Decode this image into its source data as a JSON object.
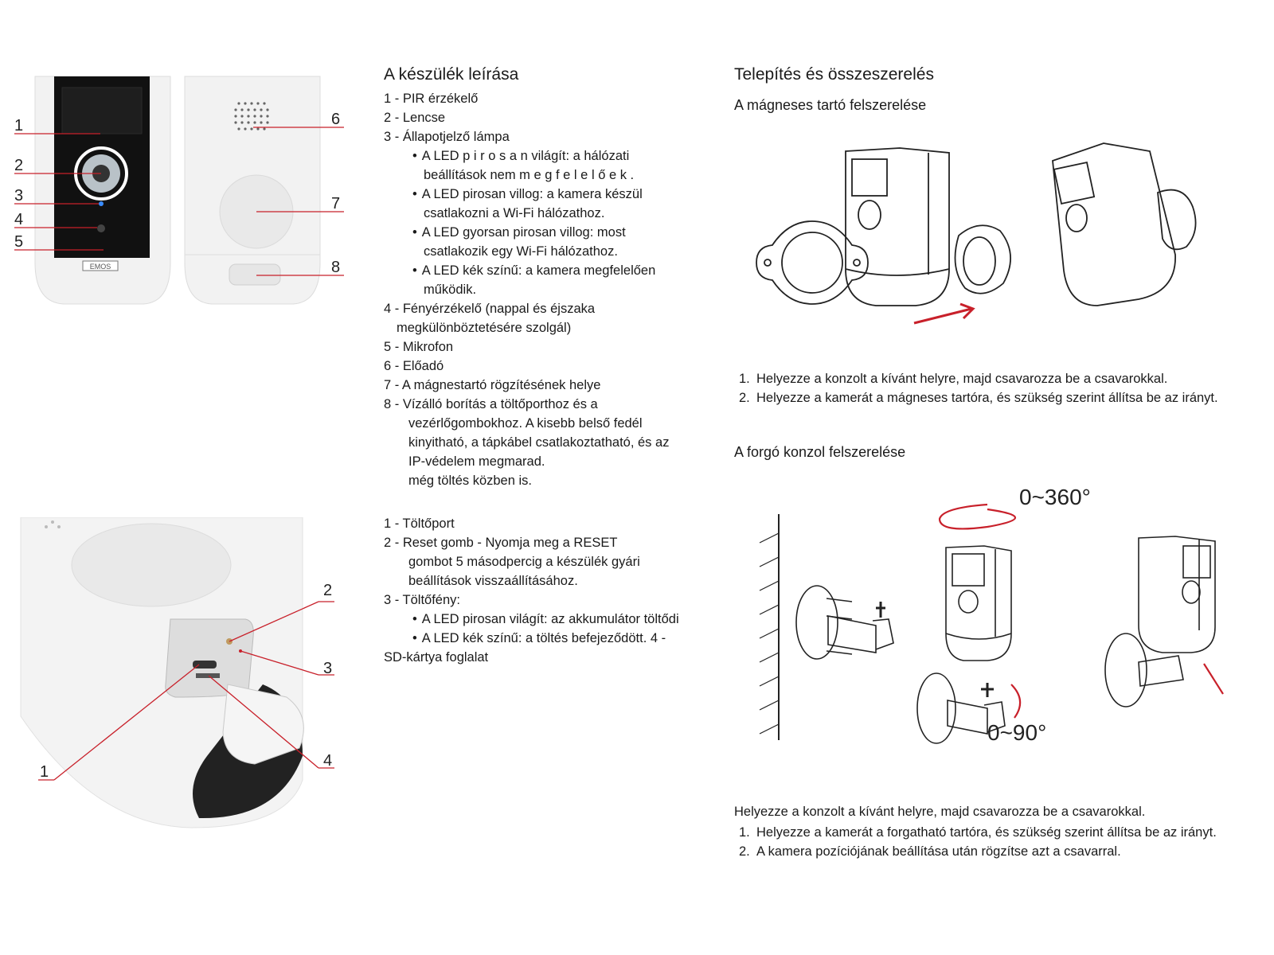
{
  "device_description": {
    "title": "A készülék leírása",
    "lines": [
      {
        "text": "1 - PIR érzékelő",
        "cls": "line"
      },
      {
        "text": "2 - Lencse",
        "cls": "line"
      },
      {
        "text": "3 - Állapotjelző lámpa",
        "cls": "line"
      },
      {
        "text": "A LED p i r o s a n  világít: a hálózati",
        "cls": "line bul"
      },
      {
        "text": "beállítások nem m e g f e l e l ő e k .",
        "cls": "line bul2"
      },
      {
        "text": "A LED pirosan villog: a kamera készül",
        "cls": "line bul"
      },
      {
        "text": "csatlakozni a Wi-Fi hálózathoz.",
        "cls": "line bul2"
      },
      {
        "text": "A LED gyorsan pirosan villog: most",
        "cls": "line bul"
      },
      {
        "text": "csatlakozik egy Wi-Fi hálózathoz.",
        "cls": "line bul2"
      },
      {
        "text": "A LED kék színű: a kamera megfelelően",
        "cls": "line bul"
      },
      {
        "text": "működik.",
        "cls": "line bul2"
      },
      {
        "text": "4 - Fényérzékelő (nappal és éjszaka",
        "cls": "line"
      },
      {
        "text": "megkülönböztetésére szolgál)",
        "cls": "line ind1"
      },
      {
        "text": "5 - Mikrofon",
        "cls": "line"
      },
      {
        "text": "6 - Előadó",
        "cls": "line"
      },
      {
        "text": "7 - A mágnestartó rögzítésének helye",
        "cls": "line"
      },
      {
        "text": "8 - Vízálló borítás a töltőporthoz és a",
        "cls": "line"
      },
      {
        "text": "vezérlőgombokhoz. A kisebb belső fedél",
        "cls": "line ind2"
      },
      {
        "text": "kinyitható, a tápkábel csatlakoztatható, és az",
        "cls": "line ind2"
      },
      {
        "text": "IP-védelem megmarad.",
        "cls": "line ind2"
      },
      {
        "text": "még töltés közben is.",
        "cls": "line ind2"
      }
    ]
  },
  "bottom_description": {
    "lines": [
      {
        "text": "1 - Töltőport",
        "cls": "line"
      },
      {
        "text": "2 -  Reset  gomb  -  Nyomja  meg  a  RESET",
        "cls": "line"
      },
      {
        "text": "gombot  5  másodpercig  a  készülék  gyári",
        "cls": "line ind2"
      },
      {
        "text": "beállítások visszaállításához.",
        "cls": "line ind2"
      },
      {
        "text": "3 - Töltőfény:",
        "cls": "line"
      },
      {
        "text": "A LED pirosan világít: az akkumulátor töltődi",
        "cls": "line bul"
      },
      {
        "text": "A LED kék színű: a töltés befejeződött. 4 -",
        "cls": "line bul"
      },
      {
        "text": "SD-kártya foglalat",
        "cls": "line"
      }
    ]
  },
  "installation": {
    "title": "Telepítés és összeszerelés",
    "magnetic_title": "A mágneses tartó felszerelése",
    "magnetic_steps": [
      "Helyezze a konzolt a kívánt helyre, majd csavarozza be a csavarokkal.",
      "Helyezze a kamerát a mágneses tartóra, és szükség szerint állítsa be az irányt."
    ],
    "rotating_title": "A forgó konzol felszerelése",
    "rotating_intro": "Helyezze a konzolt a kívánt helyre, majd csavarozza be a csavarokkal.",
    "rotating_steps": [
      "Helyezze a kamerát a forgatható tartóra, és szükség szerint állítsa be az irányt.",
      "A kamera pozíciójának beállítása után rögzítse azt a csavarral."
    ],
    "angle_360": "0~360°",
    "angle_90": "0~90°"
  },
  "callouts": {
    "front": [
      "1",
      "2",
      "3",
      "4",
      "5"
    ],
    "back": [
      "6",
      "7",
      "8"
    ],
    "bottom": [
      "1",
      "2",
      "3",
      "4"
    ]
  },
  "brand_label": "EMOS",
  "colors": {
    "accent_red": "#c8202a",
    "text": "#1a1a1a"
  }
}
